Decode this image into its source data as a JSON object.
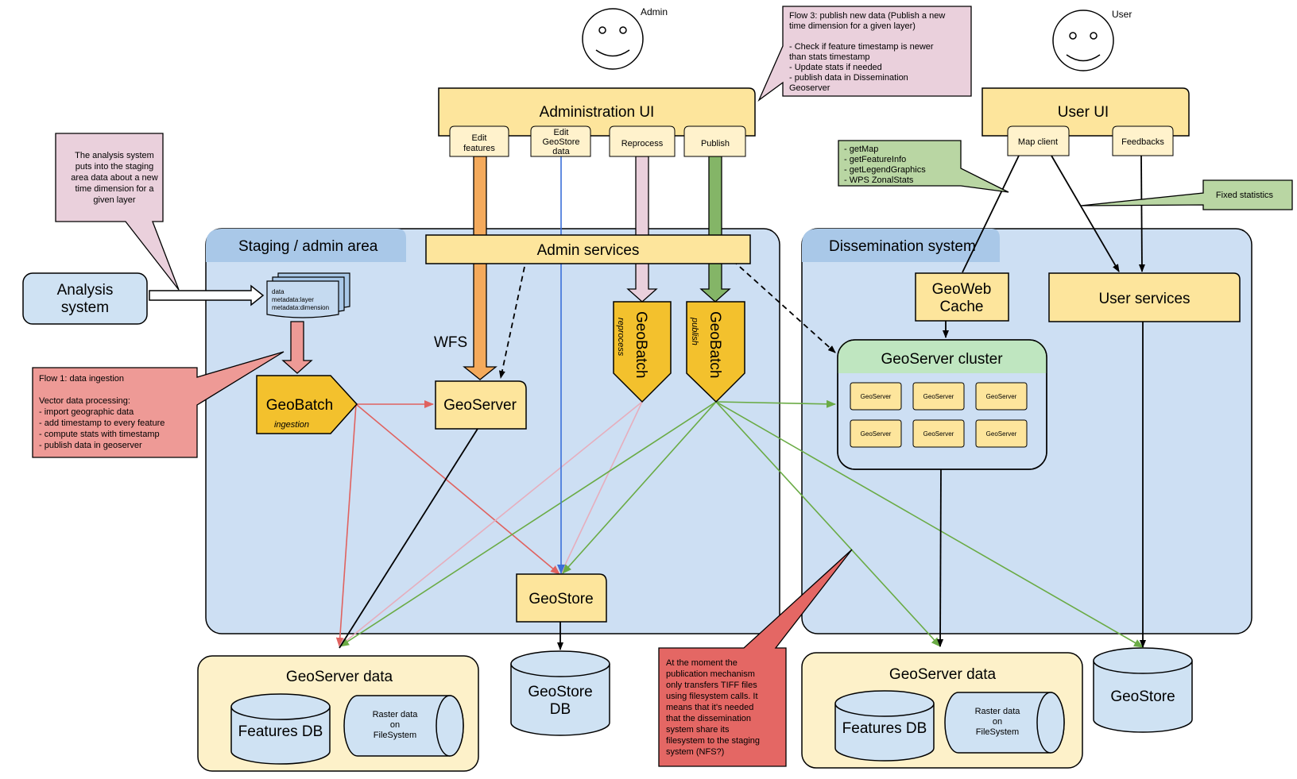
{
  "actors": {
    "admin": "Admin",
    "user": "User"
  },
  "notes": {
    "analysis": [
      "The analysis system",
      "puts into the staging",
      "area data about a new",
      "time dimension for a",
      "given layer"
    ],
    "flow1": [
      "Flow 1: data ingestion",
      "",
      "Vector data processing:",
      "- import geographic data",
      "- add timestamp to every feature",
      "- compute stats with timestamp",
      "- publish data in geoserver"
    ],
    "flow3": [
      "Flow 3: publish new data (Publish a new",
      "time dimension for a given layer)",
      "",
      "- Check if feature timestamp is newer",
      "than stats timestamp",
      "- Update stats if needed",
      "- publish data in Dissemination",
      "Geoserver"
    ],
    "map_ops": [
      "- getMap",
      "- getFeatureInfo",
      "- getLegendGraphics",
      "- WPS ZonalStats"
    ],
    "fixed_stats": "Fixed statistics",
    "publication": [
      "At the moment the",
      "publication mechanism",
      "only transfers TIFF files",
      "using filesystem calls. It",
      "means that it's needed",
      "that the dissemination",
      "system share its",
      "filesystem to the staging",
      "system (NFS?)"
    ]
  },
  "admin_ui": {
    "title": "Administration UI",
    "tabs": [
      [
        "Edit",
        "features"
      ],
      [
        "Edit",
        "GeoStore",
        "data"
      ],
      [
        "Reprocess"
      ],
      [
        "Publish"
      ]
    ]
  },
  "user_ui": {
    "title": "User UI",
    "tabs": [
      "Map client",
      "Feedbacks"
    ]
  },
  "staging": {
    "title": "Staging / admin area",
    "admin_services": "Admin services",
    "wfs": "WFS",
    "geoserver": "GeoServer",
    "geostore": "GeoStore",
    "files": [
      "data",
      "metadata:layer",
      "metadata:dimension"
    ],
    "geobatch_ingestion": {
      "title": "GeoBatch",
      "sub": "ingestion"
    },
    "geobatch_reprocess": {
      "title": "GeoBatch",
      "sub": "reprocess"
    },
    "geobatch_publish": {
      "title": "GeoBatch",
      "sub": "publish"
    }
  },
  "analysis_system": [
    "Analysis",
    "system"
  ],
  "dissemination": {
    "title": "Dissemination system",
    "geowebcache": [
      "GeoWeb",
      "Cache"
    ],
    "user_services": "User services",
    "cluster_title": "GeoServer cluster",
    "cluster_nodes": [
      "GeoServer",
      "GeoServer",
      "GeoServer",
      "GeoServer",
      "GeoServer",
      "GeoServer"
    ]
  },
  "storage": {
    "left_geoserver_data": "GeoServer data",
    "right_geoserver_data": "GeoServer data",
    "features_db": [
      "Features DB"
    ],
    "raster": [
      "Raster data",
      "on",
      "FileSystem"
    ],
    "geostore_db": [
      "GeoStore",
      "DB"
    ],
    "geostore_right": [
      "GeoStore"
    ]
  },
  "colors": {
    "area_blue": "#cddff3",
    "area_header": "#a9c8e8",
    "box_yellow": "#fde59c",
    "geobatch": "#f3c12d",
    "orange_arrow": "#f4aa5c",
    "pink_arrow": "#ead0dc",
    "green_arrow": "#84b567",
    "red_line": "#e0625f",
    "green_line": "#6aab45",
    "blue_line": "#3a6fd8",
    "note_pink": "#ead0dc",
    "note_red": "#e46764",
    "note_salmon": "#ee9a96",
    "note_green": "#b9d6a3",
    "cluster_header": "#bfe6c0",
    "storage_bg": "#fdf1c9",
    "cylinder": "#cfe2f3"
  }
}
